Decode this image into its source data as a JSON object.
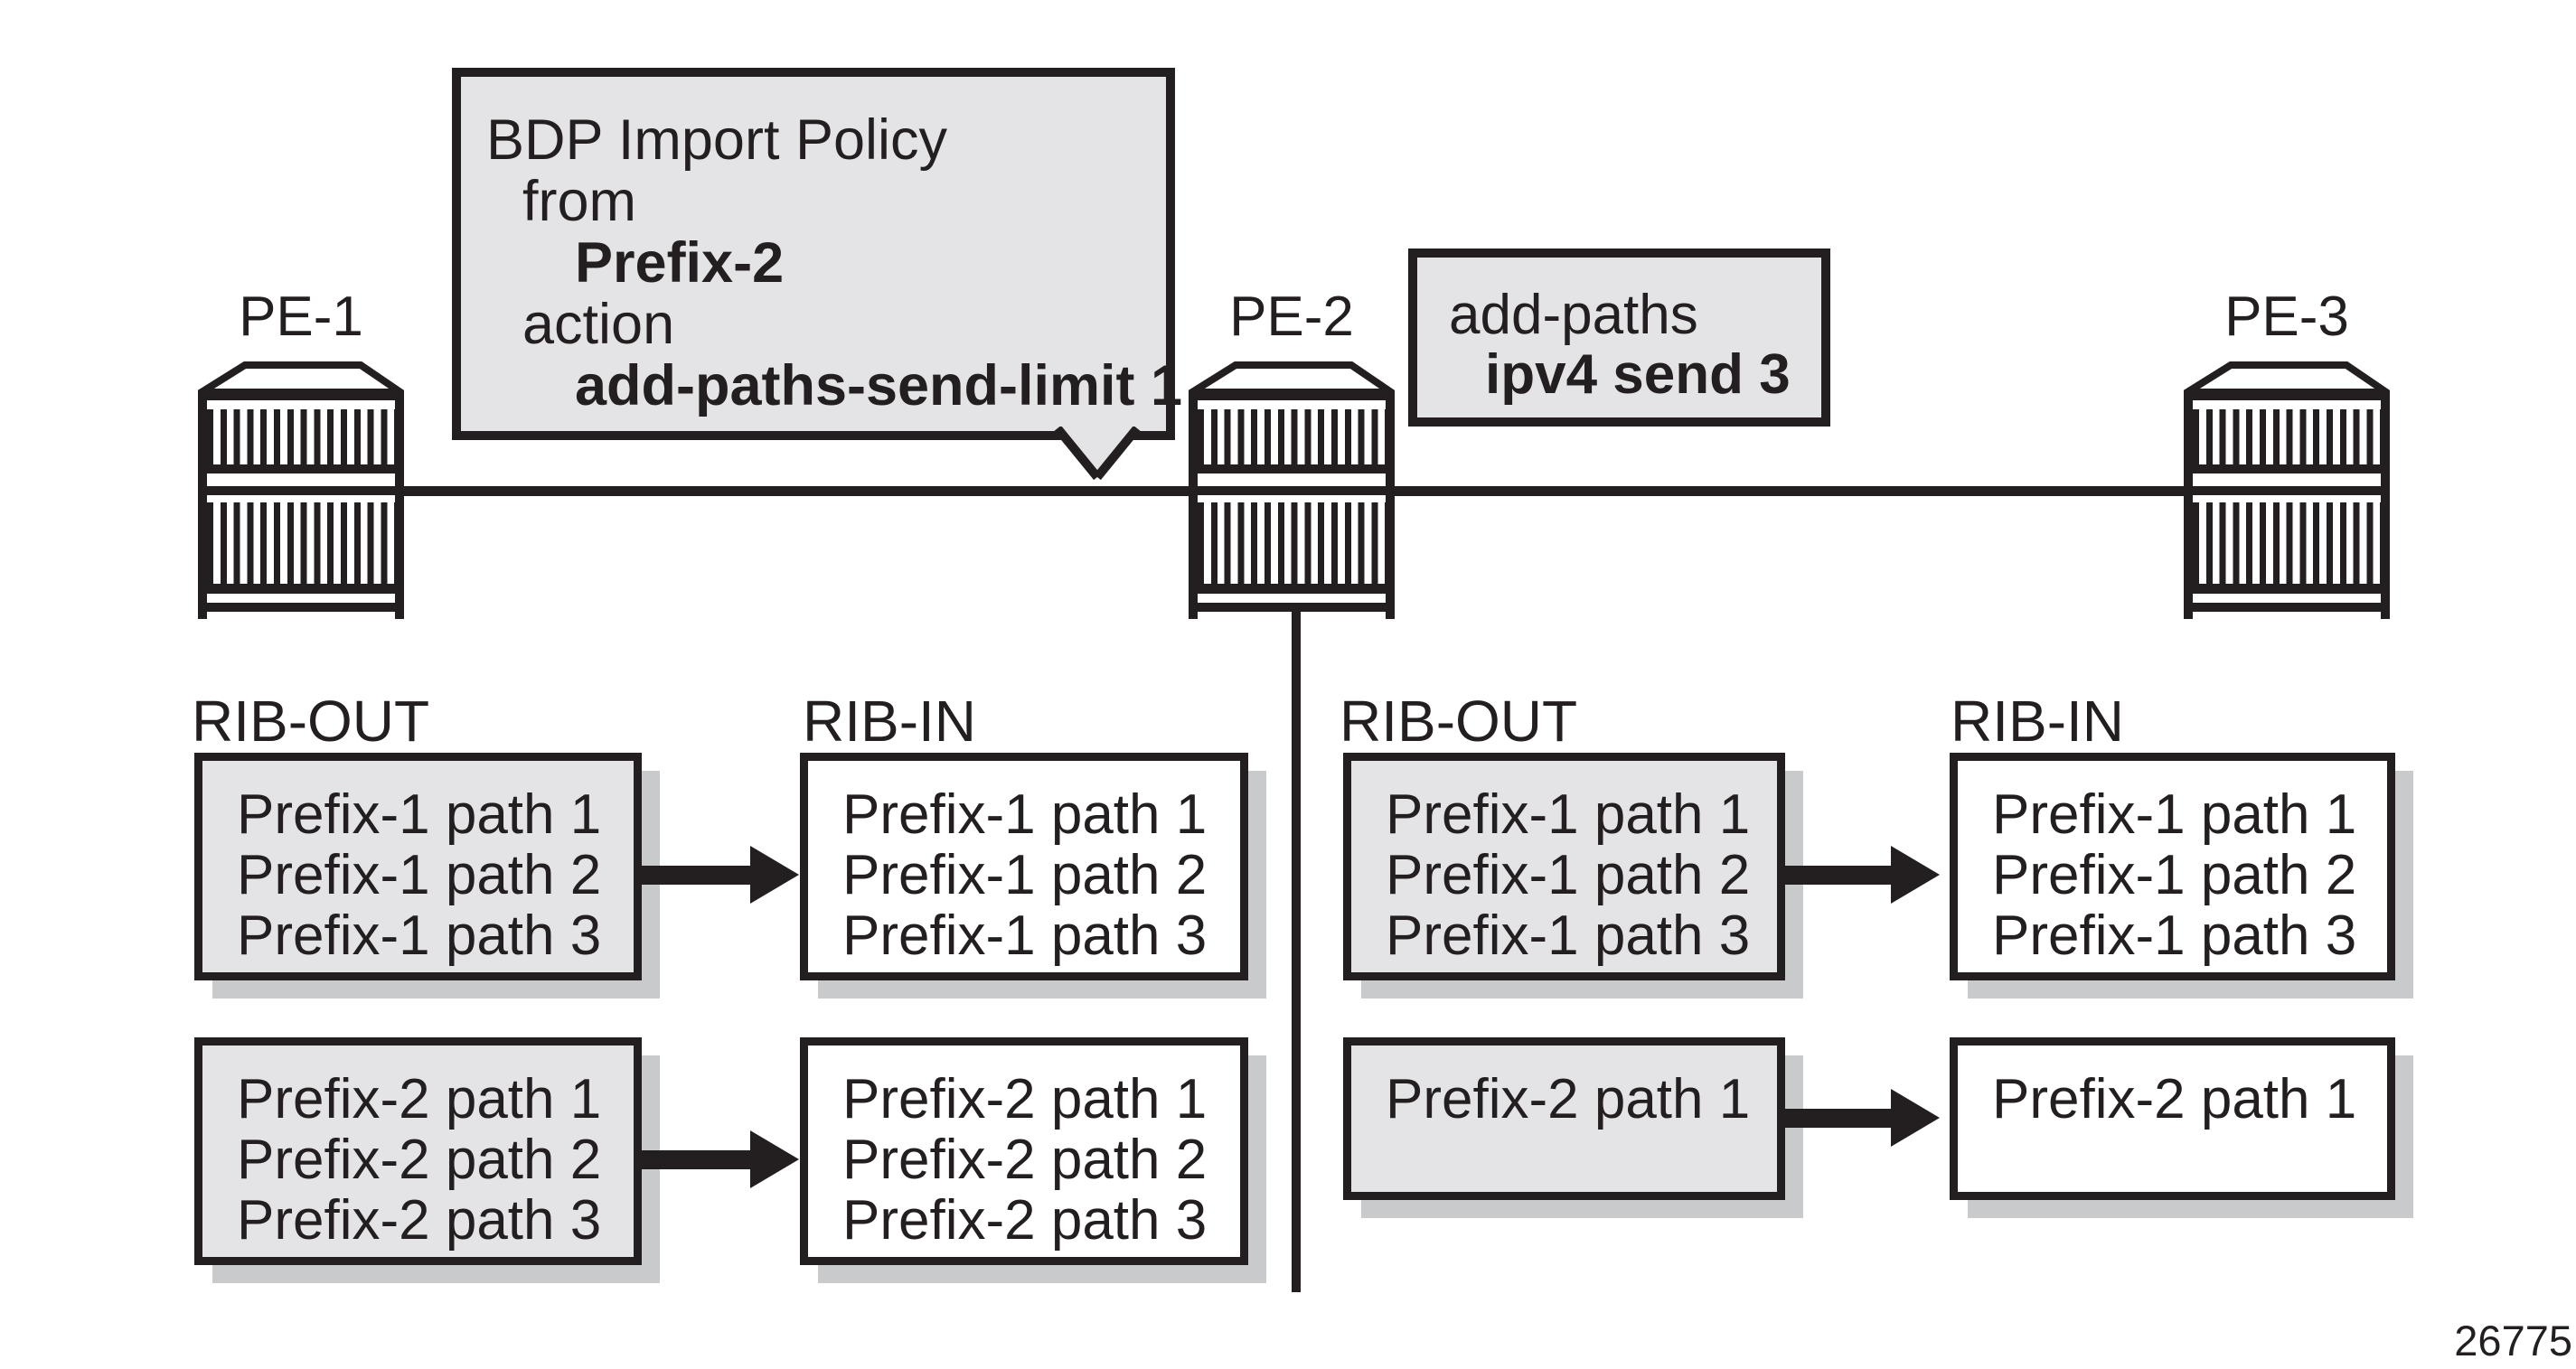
{
  "figure_number": "26775",
  "palette": {
    "black": "#231f20",
    "box_gray": "#e4e4e6",
    "shadow_gray": "#c9cacb"
  },
  "callout": {
    "lines": [
      {
        "text": "BDP Import Policy",
        "bold": false,
        "indent": 0
      },
      {
        "text": "from",
        "bold": false,
        "indent": 1
      },
      {
        "text": "Prefix-2",
        "bold": true,
        "indent": 2
      },
      {
        "text": "action",
        "bold": false,
        "indent": 1
      },
      {
        "text": "add-paths-send-limit 1",
        "bold": true,
        "indent": 2
      }
    ]
  },
  "addpaths_box": {
    "lines": [
      {
        "text": "add-paths",
        "bold": false
      },
      {
        "text": "ipv4 send 3",
        "bold": true
      }
    ]
  },
  "routers": [
    {
      "label": "PE-1"
    },
    {
      "label": "PE-2"
    },
    {
      "label": "PE-3"
    }
  ],
  "groups": [
    {
      "rib_out_label": "RIB-OUT",
      "rib_in_label": "RIB-IN",
      "rows": [
        {
          "out": [
            "Prefix-1 path 1",
            "Prefix-1 path 2",
            "Prefix-1 path 3"
          ],
          "in": [
            "Prefix-1 path 1",
            "Prefix-1 path 2",
            "Prefix-1 path 3"
          ]
        },
        {
          "out": [
            "Prefix-2 path 1",
            "Prefix-2 path 2",
            "Prefix-2 path 3"
          ],
          "in": [
            "Prefix-2 path 1",
            "Prefix-2 path 2",
            "Prefix-2 path 3"
          ]
        }
      ]
    },
    {
      "rib_out_label": "RIB-OUT",
      "rib_in_label": "RIB-IN",
      "rows": [
        {
          "out": [
            "Prefix-1 path 1",
            "Prefix-1 path 2",
            "Prefix-1 path 3"
          ],
          "in": [
            "Prefix-1 path 1",
            "Prefix-1 path 2",
            "Prefix-1 path 3"
          ]
        },
        {
          "out": [
            "Prefix-2 path 1"
          ],
          "in": [
            "Prefix-2 path 1"
          ]
        }
      ]
    }
  ]
}
